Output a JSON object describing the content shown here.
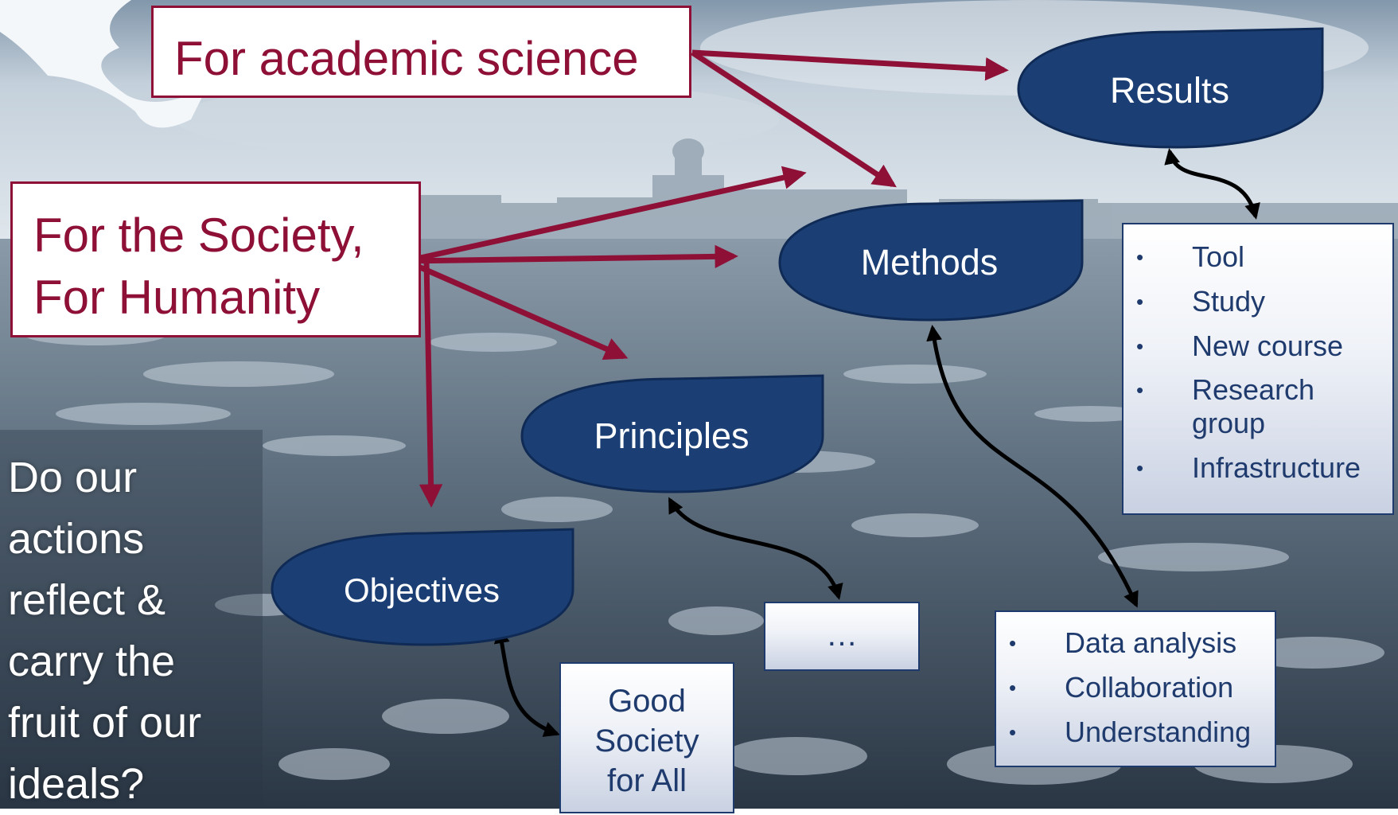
{
  "header_boxes": {
    "academic": "For academic science",
    "society_line1": "For the Society,",
    "society_line2": "For Humanity"
  },
  "shapes": {
    "results": "Results",
    "methods": "Methods",
    "principles": "Principles",
    "objectives": "Objectives"
  },
  "results_list": [
    "Tool",
    "Study",
    "New course",
    "Research group",
    "Infrastructure"
  ],
  "methods_list": [
    "Data analysis",
    "Collaboration",
    "Understanding"
  ],
  "principles_box": "…",
  "objectives_box": "Good Society for All",
  "question": "Do our actions reflect & carry the fruit of our ideals?",
  "colors": {
    "accent_red": "#8e1037",
    "shape_blue": "#1b3f74",
    "box_text_blue": "#1f3b6e"
  }
}
